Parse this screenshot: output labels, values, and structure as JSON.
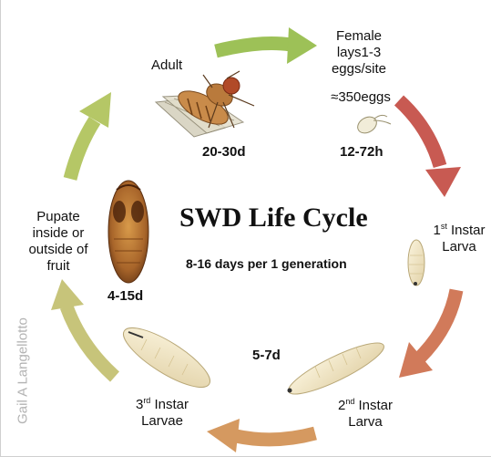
{
  "title": "SWD Life Cycle",
  "subtitle": "8-16 days per 1 generation",
  "credit": "Gail A Langellotto",
  "stages": {
    "adult": {
      "label": "Adult",
      "duration": "20-30d"
    },
    "egg": {
      "label_line1": "Female",
      "label_line2": "lays1-3",
      "label_line3": "eggs/site",
      "label_line4": "≈350eggs",
      "duration": "12-72h"
    },
    "first_instar": {
      "ordinal": "1",
      "ordinal_suffix": "st",
      "label_line1": " Instar",
      "label_line2": "Larva"
    },
    "second_instar": {
      "ordinal": "2",
      "ordinal_suffix": "nd",
      "label_line1": " Instar",
      "label_line2": "Larva",
      "duration": "5-7d"
    },
    "third_instar": {
      "ordinal": "3",
      "ordinal_suffix": "rd",
      "label_line1": " Instar",
      "label_line2": "Larvae"
    },
    "pupa": {
      "label_line1": "Pupate",
      "label_line2": "inside or",
      "label_line3": "outside of",
      "label_line4": "fruit",
      "duration": "4-15d"
    }
  },
  "arrow_colors": {
    "adult_to_egg": "#9dc157",
    "egg_to_first": "#c85a52",
    "first_to_second": "#d17a5a",
    "second_to_third": "#d59960",
    "third_to_pupa": "#c7c47a",
    "pupa_to_adult": "#b5c766"
  }
}
